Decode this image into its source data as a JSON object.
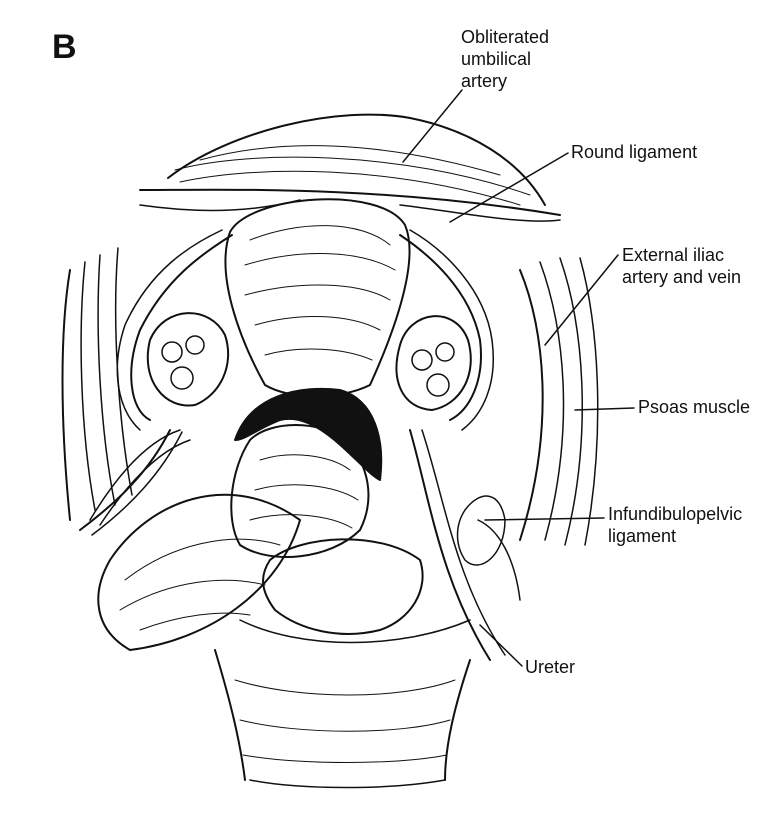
{
  "figure": {
    "panel_letter": "B",
    "labels": {
      "obliterated_umbilical_artery": [
        "Obliterated",
        "umbilical",
        "artery"
      ],
      "round_ligament": "Round ligament",
      "external_iliac": [
        "External iliac",
        "artery and vein"
      ],
      "psoas_muscle": "Psoas muscle",
      "infundibulopelvic": [
        "Infundibulopelvic",
        "ligament"
      ],
      "ureter": "Ureter"
    }
  }
}
